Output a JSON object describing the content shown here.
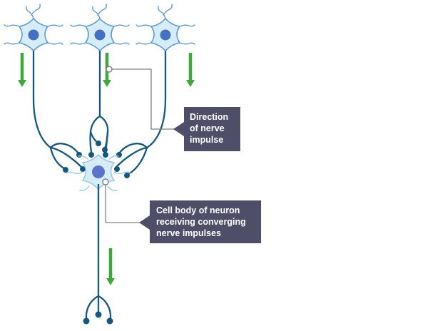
{
  "title": "Converging neurons diagram",
  "colors": {
    "background": "#ffffff",
    "neuron_fill": "#d6ecf8",
    "neuron_outline": "#5b9bd5",
    "central_outline": "#9bcbe9",
    "nucleus": "#4470c4",
    "nucleus_central": "#5b74c9",
    "axon": "#15587e",
    "arrow_green": "#3ea83b",
    "label_bg": "#4e4e68",
    "label_text": "#ffffff",
    "connector": "#7f7f7f"
  },
  "labels": {
    "direction": {
      "lines": [
        "Direction",
        "of nerve",
        "impulse"
      ]
    },
    "cell_body": {
      "lines": [
        "Cell body of neuron",
        "receiving converging",
        "nerve impulses"
      ]
    }
  }
}
